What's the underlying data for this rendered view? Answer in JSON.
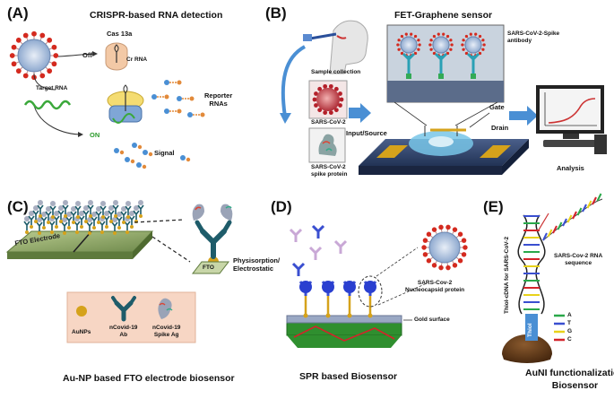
{
  "panels": {
    "A": {
      "letter": "(A)",
      "title": "CRISPR-based RNA detection",
      "cas": "Cas 13a",
      "crrna": "Cr RNA",
      "off": "Off",
      "target": "Target RNA",
      "on": "ON",
      "reporter": "Reporter\nRNAs",
      "signal": "Signal"
    },
    "B": {
      "letter": "(B)",
      "title": "FET-Graphene sensor",
      "sample": "Sample collection",
      "virus": "SARS-CoV-2",
      "spike": "SARS-CoV-2\nspike protein",
      "antibody": "SARS-CoV-2-Spike\nantibody",
      "gate": "Gate",
      "input": "Input/Source",
      "drain": "Drain",
      "analysis": "Analysis"
    },
    "C": {
      "letter": "(C)",
      "fto_electrode": "FTO Electrode",
      "fto": "FTO",
      "physi": "Physisorption/\nElectrostatic",
      "legend": [
        "AuNPs",
        "nCovid-19\nAb",
        "nCovid-19\nSpike Ag"
      ],
      "caption": "Au-NP based FTO electrode biosensor"
    },
    "D": {
      "letter": "(D)",
      "cov": "SARS-Cov-2\nNucleocapsid protein",
      "gold": "Gold surface",
      "caption": "SPR based  Biosensor"
    },
    "E": {
      "letter": "(E)",
      "thiol": "Thiol-cDNA  for SARS-CoV-2",
      "thiol_short": "Thiol",
      "rna": "SARS-Cov-2 RNA\nsequence",
      "bases": [
        "A",
        "T",
        "G",
        "C"
      ],
      "caption": "AuNI functionalization\nBiosensor"
    }
  },
  "colors": {
    "virus_red": "#d42a1f",
    "virus_body": "#9eb6d6",
    "blue_arrow": "#4a8fd4",
    "green": "#3aa83a",
    "gold": "#d5a21b",
    "fto_green": "#8fa66a",
    "base_A": "#2aa84a",
    "base_T": "#3a4fd0",
    "base_G": "#e8d21a",
    "base_C": "#d4232a"
  }
}
